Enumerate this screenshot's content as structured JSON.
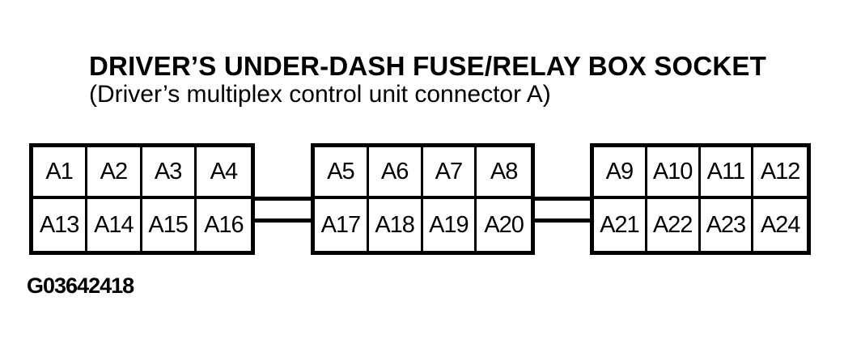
{
  "header": {
    "title": "DRIVER’S UNDER-DASH FUSE/RELAY BOX SOCKET",
    "subtitle": "(Driver’s multiplex control unit connector A)"
  },
  "figure_code": "G03642418",
  "connector_blocks": [
    {
      "top_row": [
        "A1",
        "A2",
        "A3",
        "A4"
      ],
      "bottom_row": [
        "A13",
        "A14",
        "A15",
        "A16"
      ]
    },
    {
      "top_row": [
        "A5",
        "A6",
        "A7",
        "A8"
      ],
      "bottom_row": [
        "A17",
        "A18",
        "A19",
        "A20"
      ]
    },
    {
      "top_row": [
        "A9",
        "A10",
        "A11",
        "A12"
      ],
      "bottom_row": [
        "A21",
        "A22",
        "A23",
        "A24"
      ]
    }
  ],
  "colors": {
    "ink": "#000000",
    "background": "#ffffff"
  }
}
